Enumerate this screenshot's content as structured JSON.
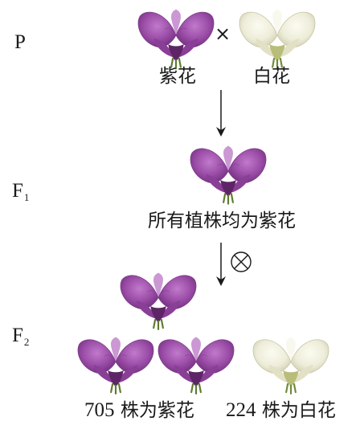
{
  "generations": {
    "p": {
      "label": "P"
    },
    "f1": {
      "label": "F",
      "sub": "1"
    },
    "f2": {
      "label": "F",
      "sub": "2"
    }
  },
  "parents": {
    "left_label": "紫花",
    "right_label": "白花",
    "cross_symbol": "×"
  },
  "f1_result": "所有植株均为紫花",
  "f2_result": {
    "purple_count": "705",
    "purple_text": "株为紫花",
    "white_count": "224",
    "white_text": "株为白花"
  },
  "colors": {
    "purple_flower": "#9c4ea8",
    "purple_dark": "#5e2566",
    "white_flower": "#efeedd",
    "white_edge": "#c9c7a6",
    "stem_green": "#5d7a2f",
    "text": "#1a1a1a"
  },
  "icons": {
    "self_cross": "circle-cross-icon",
    "arrow": "down-arrow-icon"
  }
}
